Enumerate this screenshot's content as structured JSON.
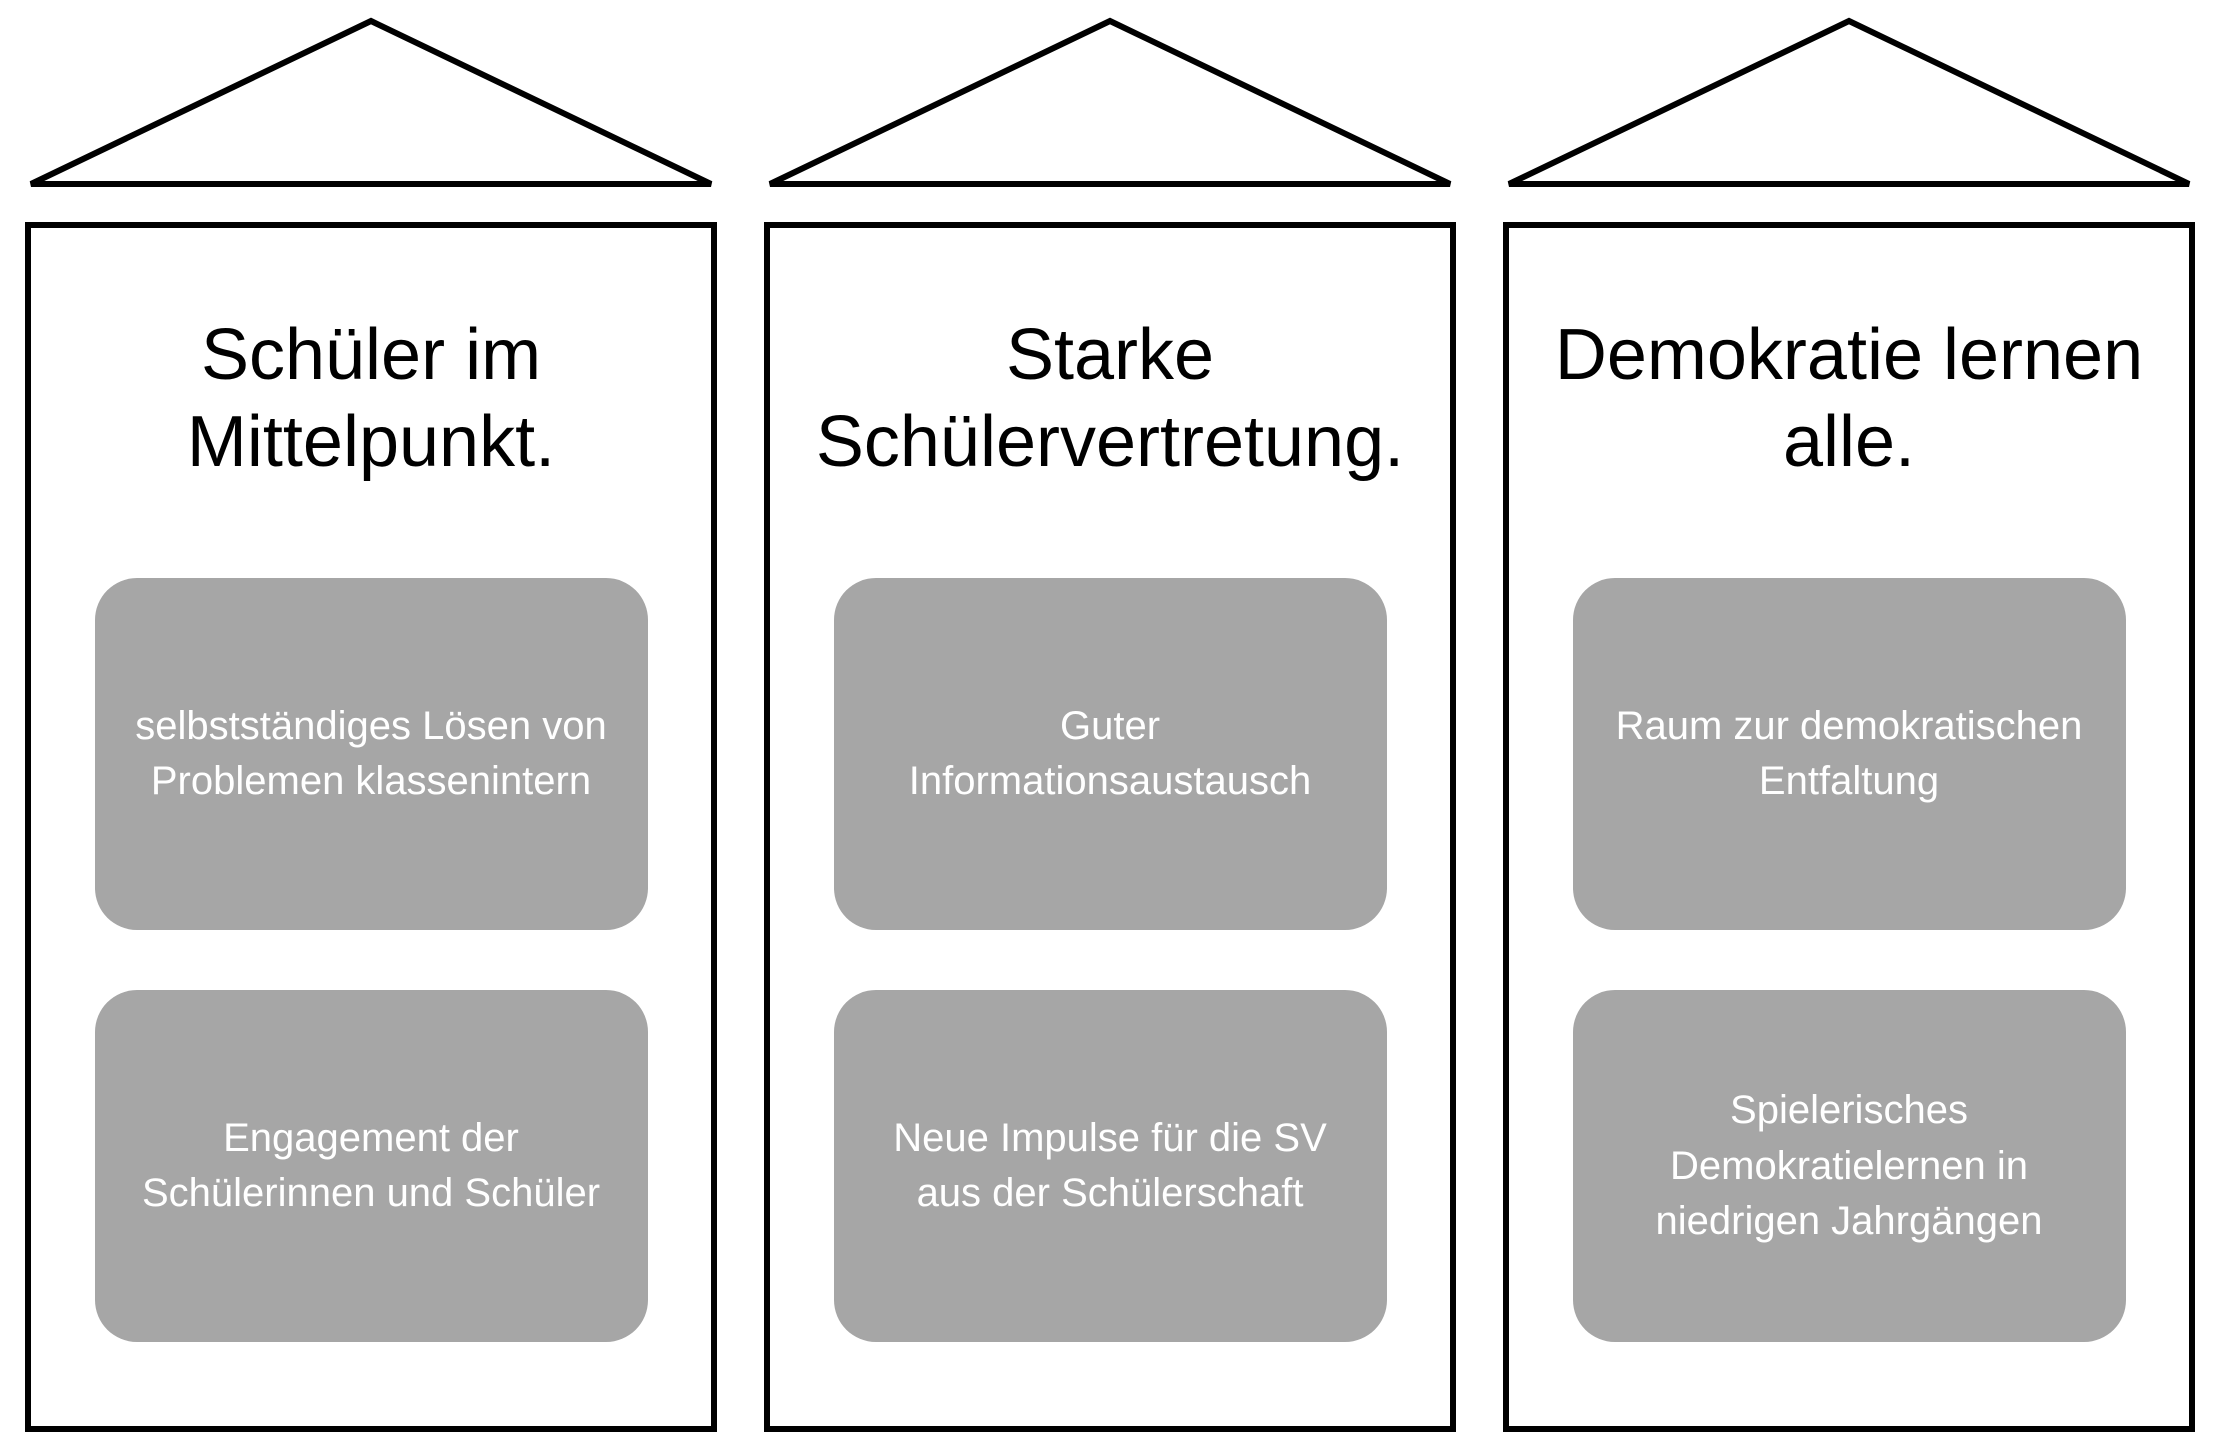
{
  "diagram": {
    "type": "three-house concept diagram",
    "colors": {
      "outline": "#000000",
      "background": "#ffffff",
      "box_fill": "#a6a6a6",
      "box_text": "#ffffff",
      "title_text": "#000000"
    }
  },
  "houses": [
    {
      "title": "Schüler im Mittelpunkt.",
      "boxes": [
        "selbstständiges Lösen von Problemen klassenintern",
        "Engagement der Schülerinnen und Schüler"
      ]
    },
    {
      "title": "Starke Schülervertretung.",
      "boxes": [
        "Guter Informationsaustausch",
        "Neue Impulse für die SV aus der Schülerschaft"
      ]
    },
    {
      "title": "Demokratie lernen alle.",
      "boxes": [
        "Raum zur demokratischen Entfaltung",
        "Spielerisches Demokratielernen in niedrigen Jahrgängen"
      ]
    }
  ]
}
